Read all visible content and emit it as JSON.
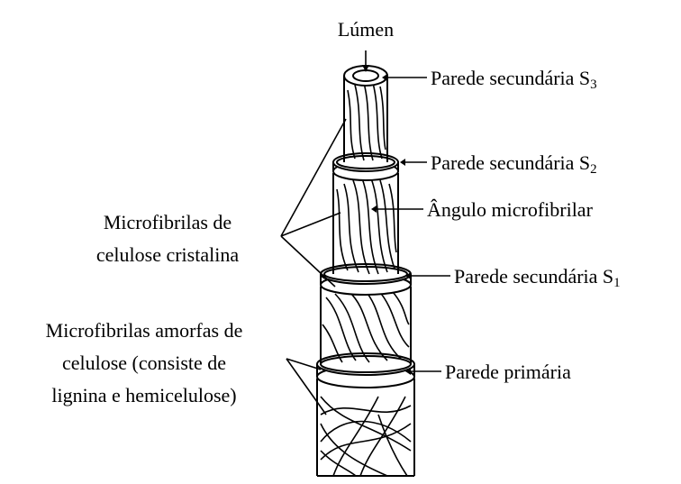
{
  "labels": {
    "lumen": "Lúmen",
    "s3": {
      "text": "Parede secundária S",
      "sub": "3"
    },
    "s2": {
      "text": "Parede secundária S",
      "sub": "2"
    },
    "angle": "Ângulo microfibrilar",
    "s1": {
      "text": "Parede secundária S",
      "sub": "1"
    },
    "primary": "Parede primária",
    "crystalline": [
      "Microfibrilas de",
      "celulose cristalina"
    ],
    "amorphous": [
      "Microfibrilas amorfas de",
      "celulose (consiste de",
      "lignina e hemicelulose)"
    ]
  },
  "colors": {
    "stroke": "#000000",
    "background": "#ffffff",
    "text": "#000000"
  }
}
